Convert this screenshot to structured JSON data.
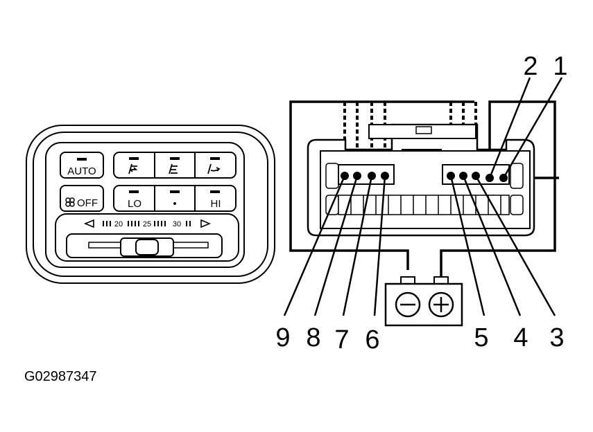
{
  "figure_id": "G02987347",
  "control_panel": {
    "buttons": {
      "auto": "AUTO",
      "off": "OFF",
      "lo": "LO",
      "mid": "•",
      "hi": "HI"
    },
    "temp_scale": [
      "20",
      "25",
      "30"
    ],
    "mode_icons": [
      "vent-face-icon",
      "vent-bilevel-icon",
      "vent-floor-icon"
    ],
    "fan_icon": "fan-icon"
  },
  "connector": {
    "pin_labels": [
      "1",
      "2",
      "3",
      "4",
      "5",
      "6",
      "7",
      "8",
      "9"
    ]
  },
  "battery": {
    "negative_symbol": "minus-icon",
    "positive_symbol": "plus-icon"
  }
}
